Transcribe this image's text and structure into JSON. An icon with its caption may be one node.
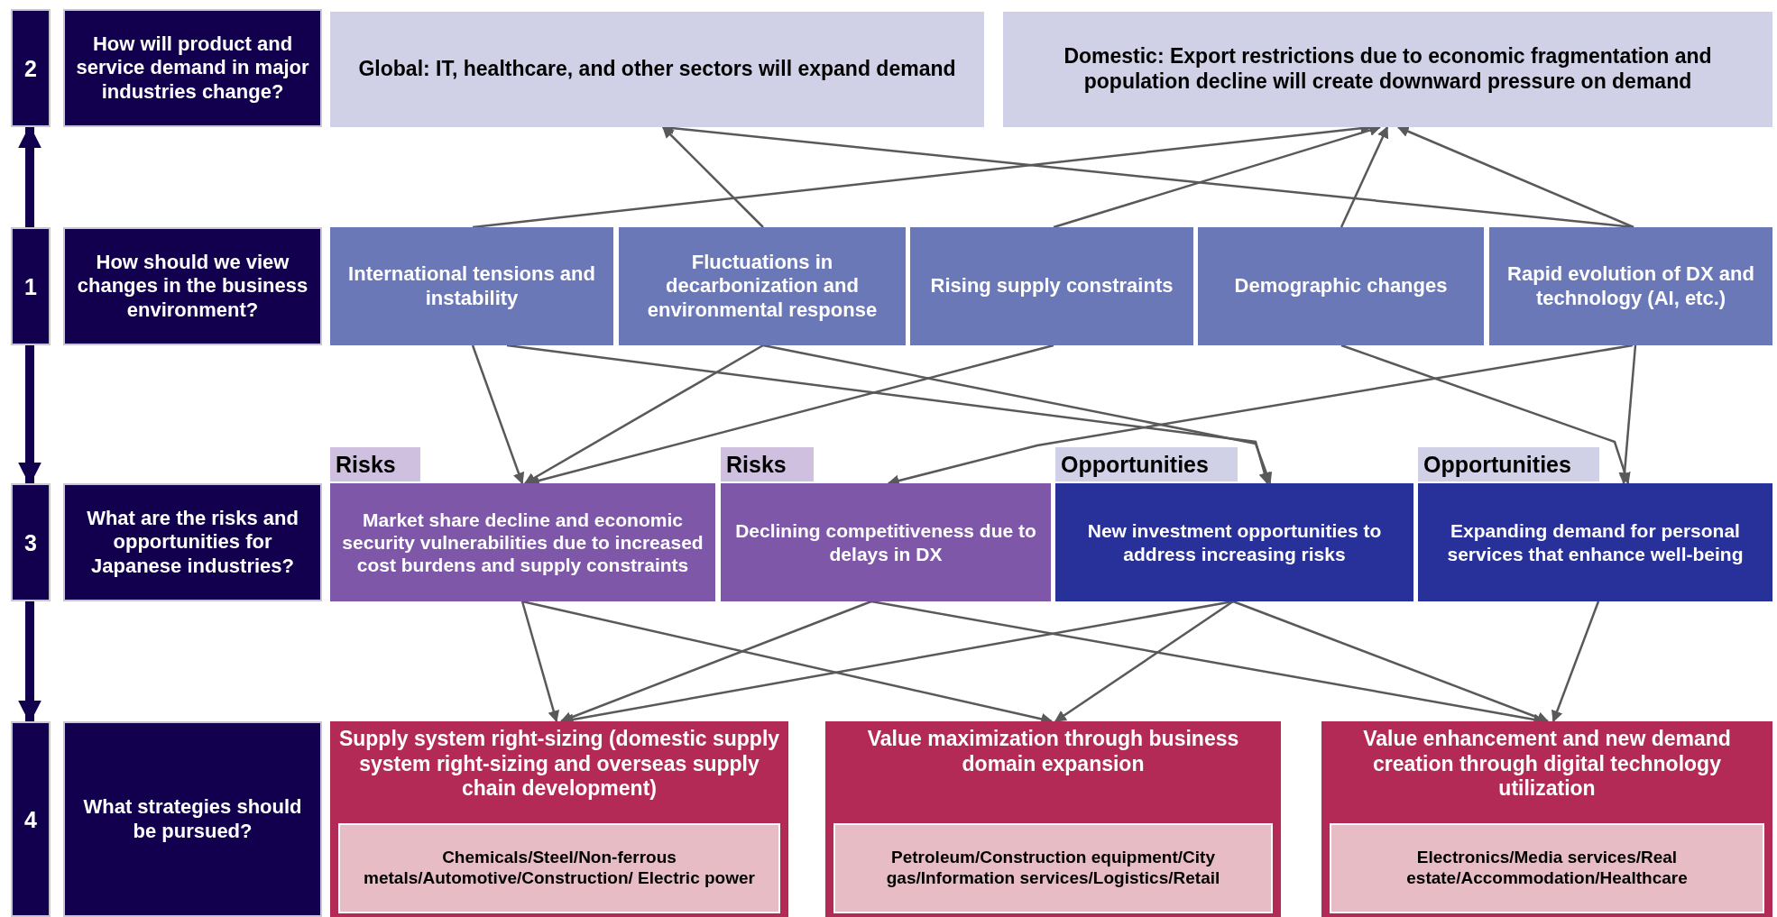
{
  "diagram": {
    "nodes": [
      {
        "text": [
          "2"
        ]
      },
      {
        "text": [
          "How will product and service demand in major industries change?"
        ]
      },
      {
        "text": [
          "Global: IT, healthcare, and other sectors will expand demand"
        ]
      },
      {
        "text": [
          "Domestic: Export restrictions due to economic fragmentation and population decline will create downward pressure on demand"
        ]
      },
      {
        "text": [
          "1"
        ]
      },
      {
        "text": [
          "How should we view changes in the business environment?"
        ]
      },
      {
        "text": [
          "International tensions and instability"
        ]
      },
      {
        "text": [
          "Fluctuations in decarbonization and environmental response"
        ]
      },
      {
        "text": [
          "Rising supply constraints"
        ]
      },
      {
        "text": [
          "Demographic changes"
        ]
      },
      {
        "text": [
          "Rapid evolution of DX and technology (AI, etc.)"
        ]
      },
      {
        "text": [
          "3"
        ]
      },
      {
        "text": [
          "What are the risks and opportunities for Japanese industries?"
        ]
      },
      {
        "text": [
          "Risks",
          "Market share decline and economic security vulnerabilities due to increased cost burdens and supply constraints"
        ]
      },
      {
        "text": [
          "Risks",
          "Declining competitiveness due to delays in DX"
        ]
      },
      {
        "text": [
          "Opportunities",
          "New investment opportunities to address increasing risks"
        ]
      },
      {
        "text": [
          "Opportunities",
          "Expanding demand for personal services that enhance well-being"
        ]
      },
      {
        "text": [
          "4"
        ]
      },
      {
        "text": [
          "What strategies should be pursued?"
        ]
      },
      {
        "text": [
          "Supply system right-sizing (domestic supply system right-sizing and overseas supply chain development)"
        ]
      },
      {
        "text": [
          "Chemicals/Steel/Non-ferrous metals/Automotive/Construction/ Electric power"
        ],
        "in": 19
      },
      {
        "text": [
          "Value maximization through business domain expansion"
        ]
      },
      {
        "text": [
          "Petroleum/Construction equipment/City gas/Information services/Logistics/Retail"
        ],
        "in": 21
      },
      {
        "text": [
          "Value enhancement and new demand creation through digital technology utilization"
        ]
      },
      {
        "text": [
          "Electronics/Media services/Real estate/Accommodation/Healthcare"
        ],
        "in": 23
      }
    ],
    "edges": [
      {
        "from": 4,
        "to": 0,
        "arrow": "to",
        "style": "thick",
        "color": "#12004f"
      },
      {
        "from": 4,
        "to": 11,
        "arrow": "to",
        "style": "thick",
        "color": "#12004f"
      },
      {
        "from": 11,
        "to": 17,
        "arrow": "to",
        "style": "thick",
        "color": "#12004f"
      },
      {
        "from": 6,
        "to": 3,
        "arrow": "to"
      },
      {
        "from": 7,
        "to": 2,
        "arrow": "to"
      },
      {
        "from": 8,
        "to": 3,
        "arrow": "to"
      },
      {
        "from": 9,
        "to": 3,
        "arrow": "to"
      },
      {
        "from": 10,
        "to": 2,
        "arrow": "to"
      },
      {
        "from": 10,
        "to": 3,
        "arrow": "to"
      },
      {
        "from": 6,
        "to": 13,
        "arrow": "to"
      },
      {
        "from": 6,
        "to": 15,
        "arrow": "to"
      },
      {
        "from": 7,
        "to": 13,
        "arrow": "to"
      },
      {
        "from": 7,
        "to": 15,
        "arrow": "to"
      },
      {
        "from": 8,
        "to": 13,
        "arrow": "to"
      },
      {
        "from": 9,
        "to": 16,
        "arrow": "to"
      },
      {
        "from": 10,
        "to": 16,
        "arrow": "to"
      },
      {
        "from": 10,
        "to": 14,
        "arrow": "to"
      },
      {
        "from": 13,
        "to": 19,
        "arrow": "to"
      },
      {
        "from": 13,
        "to": 21,
        "arrow": "to"
      },
      {
        "from": 14,
        "to": 19,
        "arrow": "to"
      },
      {
        "from": 14,
        "to": 23,
        "arrow": "to"
      },
      {
        "from": 15,
        "to": 19,
        "arrow": "to"
      },
      {
        "from": 15,
        "to": 21,
        "arrow": "to"
      },
      {
        "from": 15,
        "to": 23,
        "arrow": "to"
      },
      {
        "from": 16,
        "to": 23,
        "arrow": "to"
      }
    ]
  }
}
